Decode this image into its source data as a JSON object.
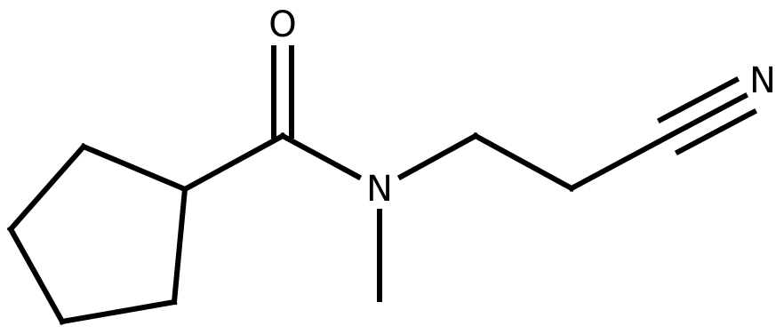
{
  "molecule": {
    "atoms": [
      {
        "id": "O",
        "label": "O"
      },
      {
        "id": "N_amide",
        "label": "N"
      },
      {
        "id": "N_nitrile",
        "label": "N"
      }
    ],
    "colors": {
      "bond": "#000000",
      "label": "#000000",
      "background": "#ffffff"
    }
  }
}
